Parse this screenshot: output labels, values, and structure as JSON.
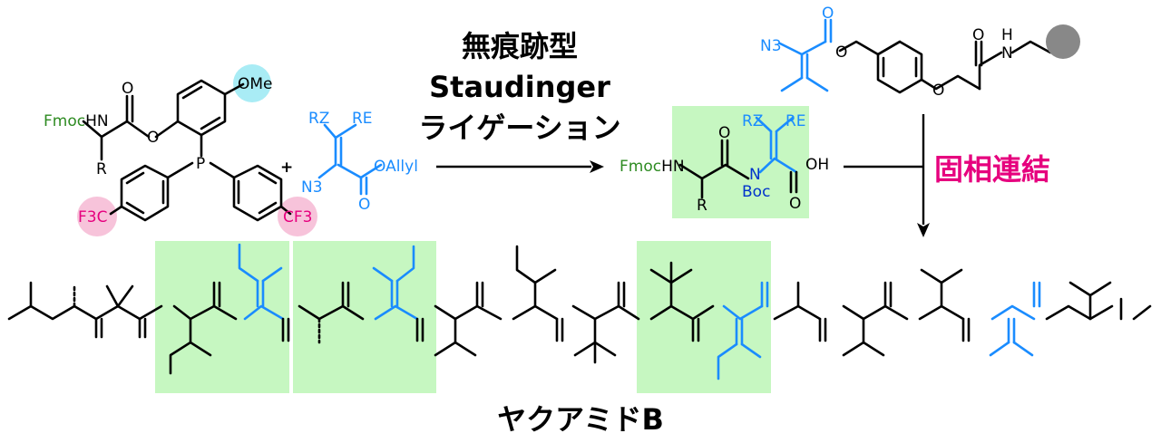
{
  "scheme": {
    "title_line1": "無痕跡型",
    "title_line2": "Staudinger",
    "title_line3": "ライゲーション",
    "side_label": "固相連結",
    "product_name": "ヤクアミドB",
    "plus": "+"
  },
  "reagent_left": {
    "fmoc_label": "Fmoc",
    "hn_label": "HN",
    "r_label": "R",
    "o_label": "O",
    "p_label": "P",
    "ome_label": "OMe",
    "cf3_left": "F3C",
    "cf3_right": "CF3"
  },
  "reagent_azide": {
    "rz_label": "RZ",
    "re_label": "RE",
    "n3_label": "N3",
    "oallyl_label": "OAllyl",
    "o_label": "O"
  },
  "resin_reagent": {
    "n3_label": "N3",
    "o_label": "O",
    "nh_label": "H",
    "n_label": "N"
  },
  "product": {
    "fmoc_label": "Fmoc",
    "hn_label": "HN",
    "r_label": "R",
    "n_label": "N",
    "boc_label": "Boc",
    "oh_label": "OH",
    "rz_label": "RZ",
    "re_label": "RE",
    "o_label": "O"
  },
  "colors": {
    "black": "#000000",
    "blue": "#1a8cff",
    "darkblue": "#0033cc",
    "green_text": "#2e8b22",
    "magenta": "#e6007e",
    "highlight_green": "#c6f7c1",
    "highlight_cyan": "#a9ecf5",
    "highlight_pink": "#f7c3da",
    "resin_gray": "#888888"
  }
}
